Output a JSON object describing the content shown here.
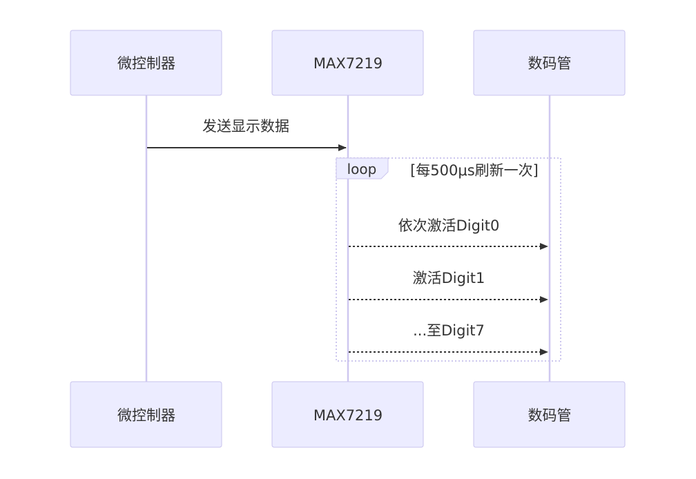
{
  "participants": [
    {
      "id": "mcu",
      "label": "微控制器"
    },
    {
      "id": "max",
      "label": "MAX7219"
    },
    {
      "id": "seg",
      "label": "数码管"
    }
  ],
  "messages": [
    {
      "from": "mcu",
      "to": "max",
      "text": "发送显示数据",
      "style": "solid"
    },
    {
      "from": "max",
      "to": "seg",
      "text": "依次激活Digit0",
      "style": "dotted"
    },
    {
      "from": "max",
      "to": "seg",
      "text": "激活Digit1",
      "style": "dotted"
    },
    {
      "from": "max",
      "to": "seg",
      "text": "...至Digit7",
      "style": "dotted"
    }
  ],
  "loop": {
    "label": "loop",
    "condition": "[每500μs刷新一次]"
  },
  "colors": {
    "actor_fill": "#ECECFF",
    "actor_border": "#C9C3EE",
    "lifeline": "#CFC8F0",
    "text": "#333333"
  }
}
